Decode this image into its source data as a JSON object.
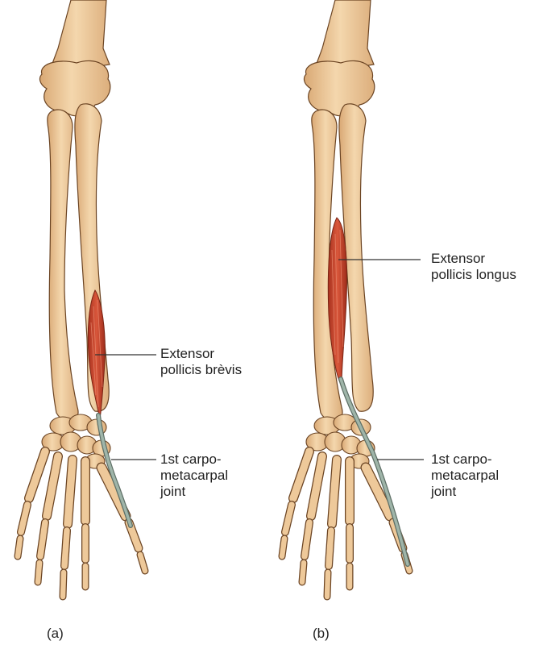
{
  "panels": [
    {
      "caption": "(a)",
      "muscle_label": [
        "Extensor",
        "pollicis brèvis"
      ],
      "joint_label": [
        "1st carpo-",
        "metacarpal",
        "joint"
      ]
    },
    {
      "caption": "(b)",
      "muscle_label": [
        "Extensor",
        "pollicis longus"
      ],
      "joint_label": [
        "1st carpo-",
        "metacarpal",
        "joint"
      ]
    }
  ],
  "colors": {
    "bone_fill": "#eec99a",
    "bone_stroke": "#6b4423",
    "muscle_fill": "#c8452f",
    "tendon": "#8fa59a",
    "leader_line": "#333333"
  }
}
